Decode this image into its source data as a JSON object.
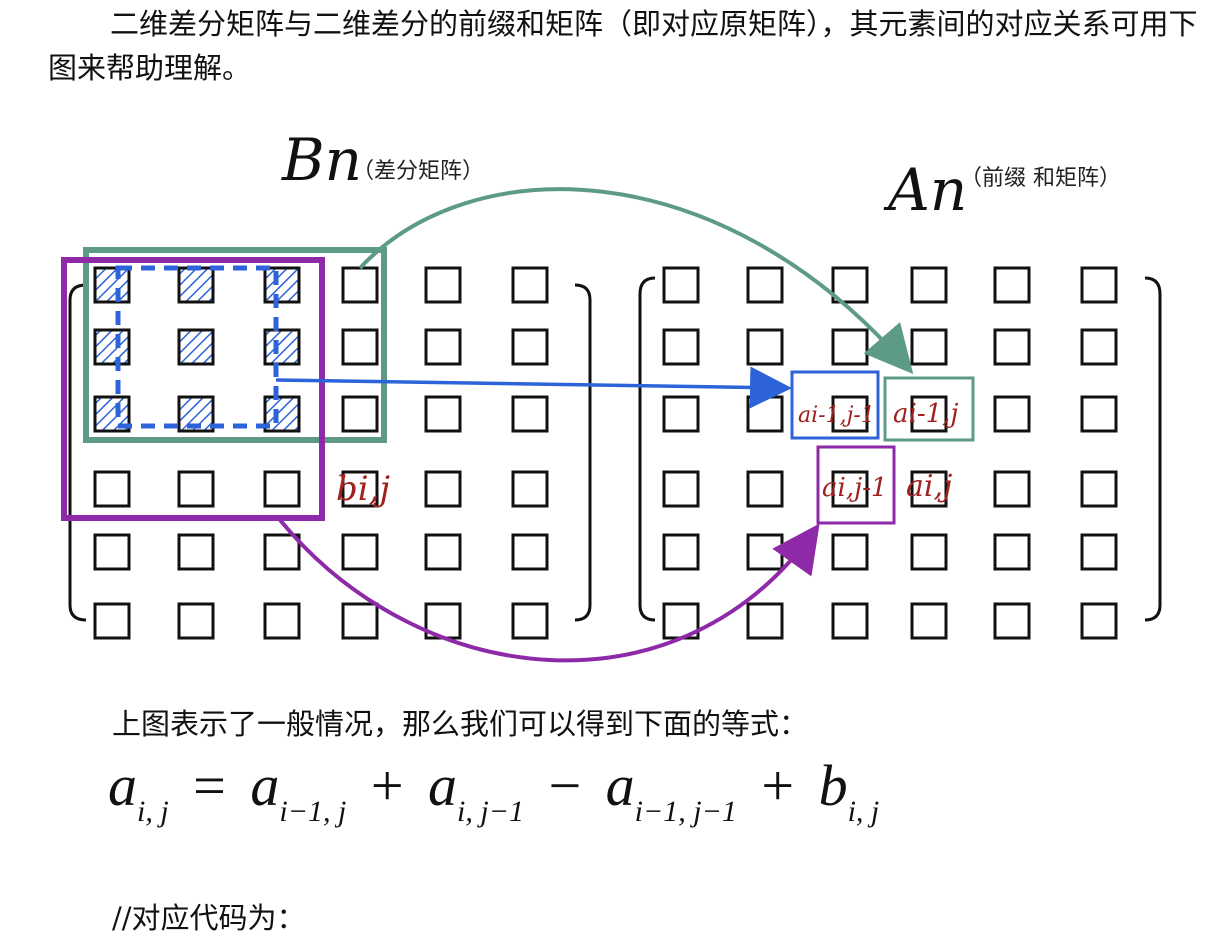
{
  "text": {
    "paragraph1": "二维差分矩阵与二维差分的前缀和矩阵（即对应原矩阵），其元素间的对应关系可用下图来帮助理解。",
    "paragraph2": "上图表示了一般情况，那么我们可以得到下面的等式：",
    "paragraph3": "//对应代码为："
  },
  "diagram": {
    "left_symbol": "Bn",
    "left_caption": "（差分矩阵）",
    "right_symbol": "An",
    "right_caption": "（前缀 和矩阵）",
    "label_b": "bi,j",
    "label_a_up": "ai-1,j-1",
    "label_a_up_right": "ai-1,j",
    "label_a_left": "ai,j-1",
    "label_a_target": "ai,j",
    "colors": {
      "green": "#5e9b86",
      "purple": "#8e2aa8",
      "blue": "#2c63d9",
      "dark_red": "#a0211e"
    }
  },
  "formula": {
    "a": "a",
    "b": "b",
    "sub_ij": "i, j",
    "sub_im1_j": "i−1, j",
    "sub_i_jm1": "i, j−1",
    "sub_im1_jm1": "i−1, j−1",
    "eq": "=",
    "plus": "+",
    "minus": "−"
  }
}
